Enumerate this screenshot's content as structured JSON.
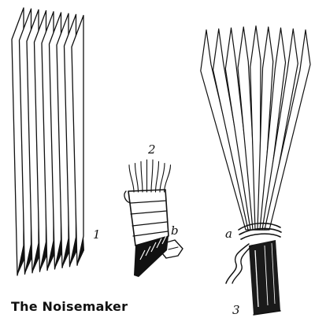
{
  "title": "The Noisemaker",
  "labels": {
    "fig1": "1",
    "fig2": "2",
    "fig3": "3",
    "part_a": "a",
    "part_b": "b"
  }
}
